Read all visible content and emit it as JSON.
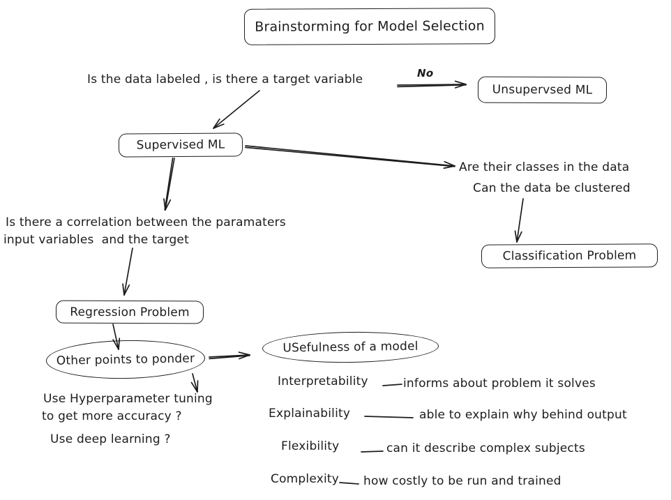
{
  "colors": {
    "ink": "#1c1c1c",
    "background": "#ffffff"
  },
  "title": "Brainstorming for Model Selection",
  "question_labeled": "Is the data labeled , is there a target variable",
  "edge_no_label": "No",
  "box_unsupervised": "Unsupervsed ML",
  "box_supervised": "Supervised ML",
  "question_classes_line1": "Are their classes in the data",
  "question_classes_line2": "Can the data be clustered",
  "box_classification": "Classification Problem",
  "question_correlation_line1": "Is there a correlation between the paramaters",
  "question_correlation_line2": "input variables  and the target",
  "box_regression": "Regression Problem",
  "ellipse_ponder": "Other points to ponder",
  "ellipse_usefulness": "USefulness of a model",
  "note_hyperparameter_line1": "Use Hyperparameter tuning",
  "note_hyperparameter_line2": "to get more accuracy ?",
  "note_deep_learning": "Use deep learning ?",
  "criteria": [
    {
      "term": "Interpretability",
      "desc": "informs about problem it solves"
    },
    {
      "term": "Explainability",
      "desc": "able to explain why behind output"
    },
    {
      "term": "Flexibility",
      "desc": "can it describe complex subjects"
    },
    {
      "term": "Complexity",
      "desc": "how costly to be run and trained"
    }
  ]
}
